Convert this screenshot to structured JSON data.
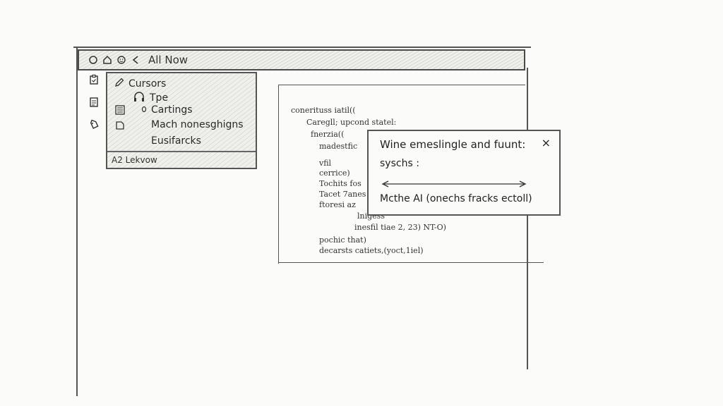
{
  "titlebar": {
    "title": "All Now",
    "icons": [
      "circle-icon",
      "home-icon",
      "smiley-icon",
      "back-arrow-icon"
    ]
  },
  "rail": {
    "icons": [
      "clipboard-icon",
      "document-icon",
      "tag-icon"
    ]
  },
  "menu": {
    "items": [
      {
        "label": "Cursors",
        "icon": "pencil-icon"
      },
      {
        "label": "Tpe",
        "icon": "headphones-icon"
      },
      {
        "label": "Cartings",
        "icon": "small-circle-icon"
      },
      {
        "label": "Mach nonesghigns",
        "icon": ""
      },
      {
        "label": "Eusifarcks",
        "icon": ""
      }
    ],
    "rail_icons": [
      "list-icon",
      "page-icon"
    ],
    "footer": "A2 Lekvow"
  },
  "code": {
    "lines": [
      "conerituss iatil((",
      "Caregll; upcond statel:",
      "fnerzia((",
      "madestfic",
      "vfil",
      "cerrice)",
      "Tochits fos",
      "Tacet 7anes",
      "ftoresi az",
      "lnigess",
      "inesfil tiae 2, 23) NT-O)",
      "pochic that)",
      "decarsts catiets,(yoct,1iel)"
    ]
  },
  "dialog": {
    "title": "Wine emeslingle and fuunt:",
    "subtitle": "syschs :",
    "footer": "Mcthe AI (onechs fracks ectoll)",
    "close_label": "×"
  }
}
